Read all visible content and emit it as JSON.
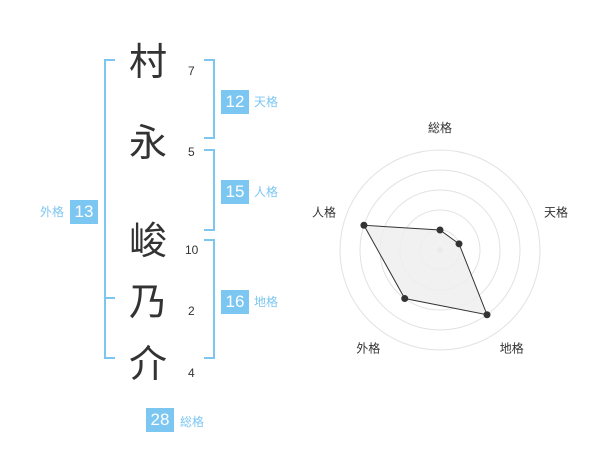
{
  "name_chars": [
    {
      "char": "村",
      "strokes": "7"
    },
    {
      "char": "永",
      "strokes": "5"
    },
    {
      "char": "峻",
      "strokes": "10"
    },
    {
      "char": "乃",
      "strokes": "2"
    },
    {
      "char": "介",
      "strokes": "4"
    }
  ],
  "kaku": {
    "tenkaku": {
      "value": "12",
      "label": "天格"
    },
    "jinkaku": {
      "value": "15",
      "label": "人格"
    },
    "chikaku": {
      "value": "16",
      "label": "地格"
    },
    "gaikaku": {
      "value": "13",
      "label": "外格"
    },
    "soukaku": {
      "value": "28",
      "label": "総格"
    }
  },
  "colors": {
    "accent": "#7cc6f2",
    "text": "#333333",
    "grid": "#dddddd",
    "fill": "#eeeeee"
  },
  "chart_data": {
    "type": "radar",
    "axes": [
      "総格",
      "天格",
      "地格",
      "外格",
      "人格"
    ],
    "max": 5,
    "rings": 4,
    "values": [
      1,
      1,
      4,
      3,
      4
    ]
  }
}
